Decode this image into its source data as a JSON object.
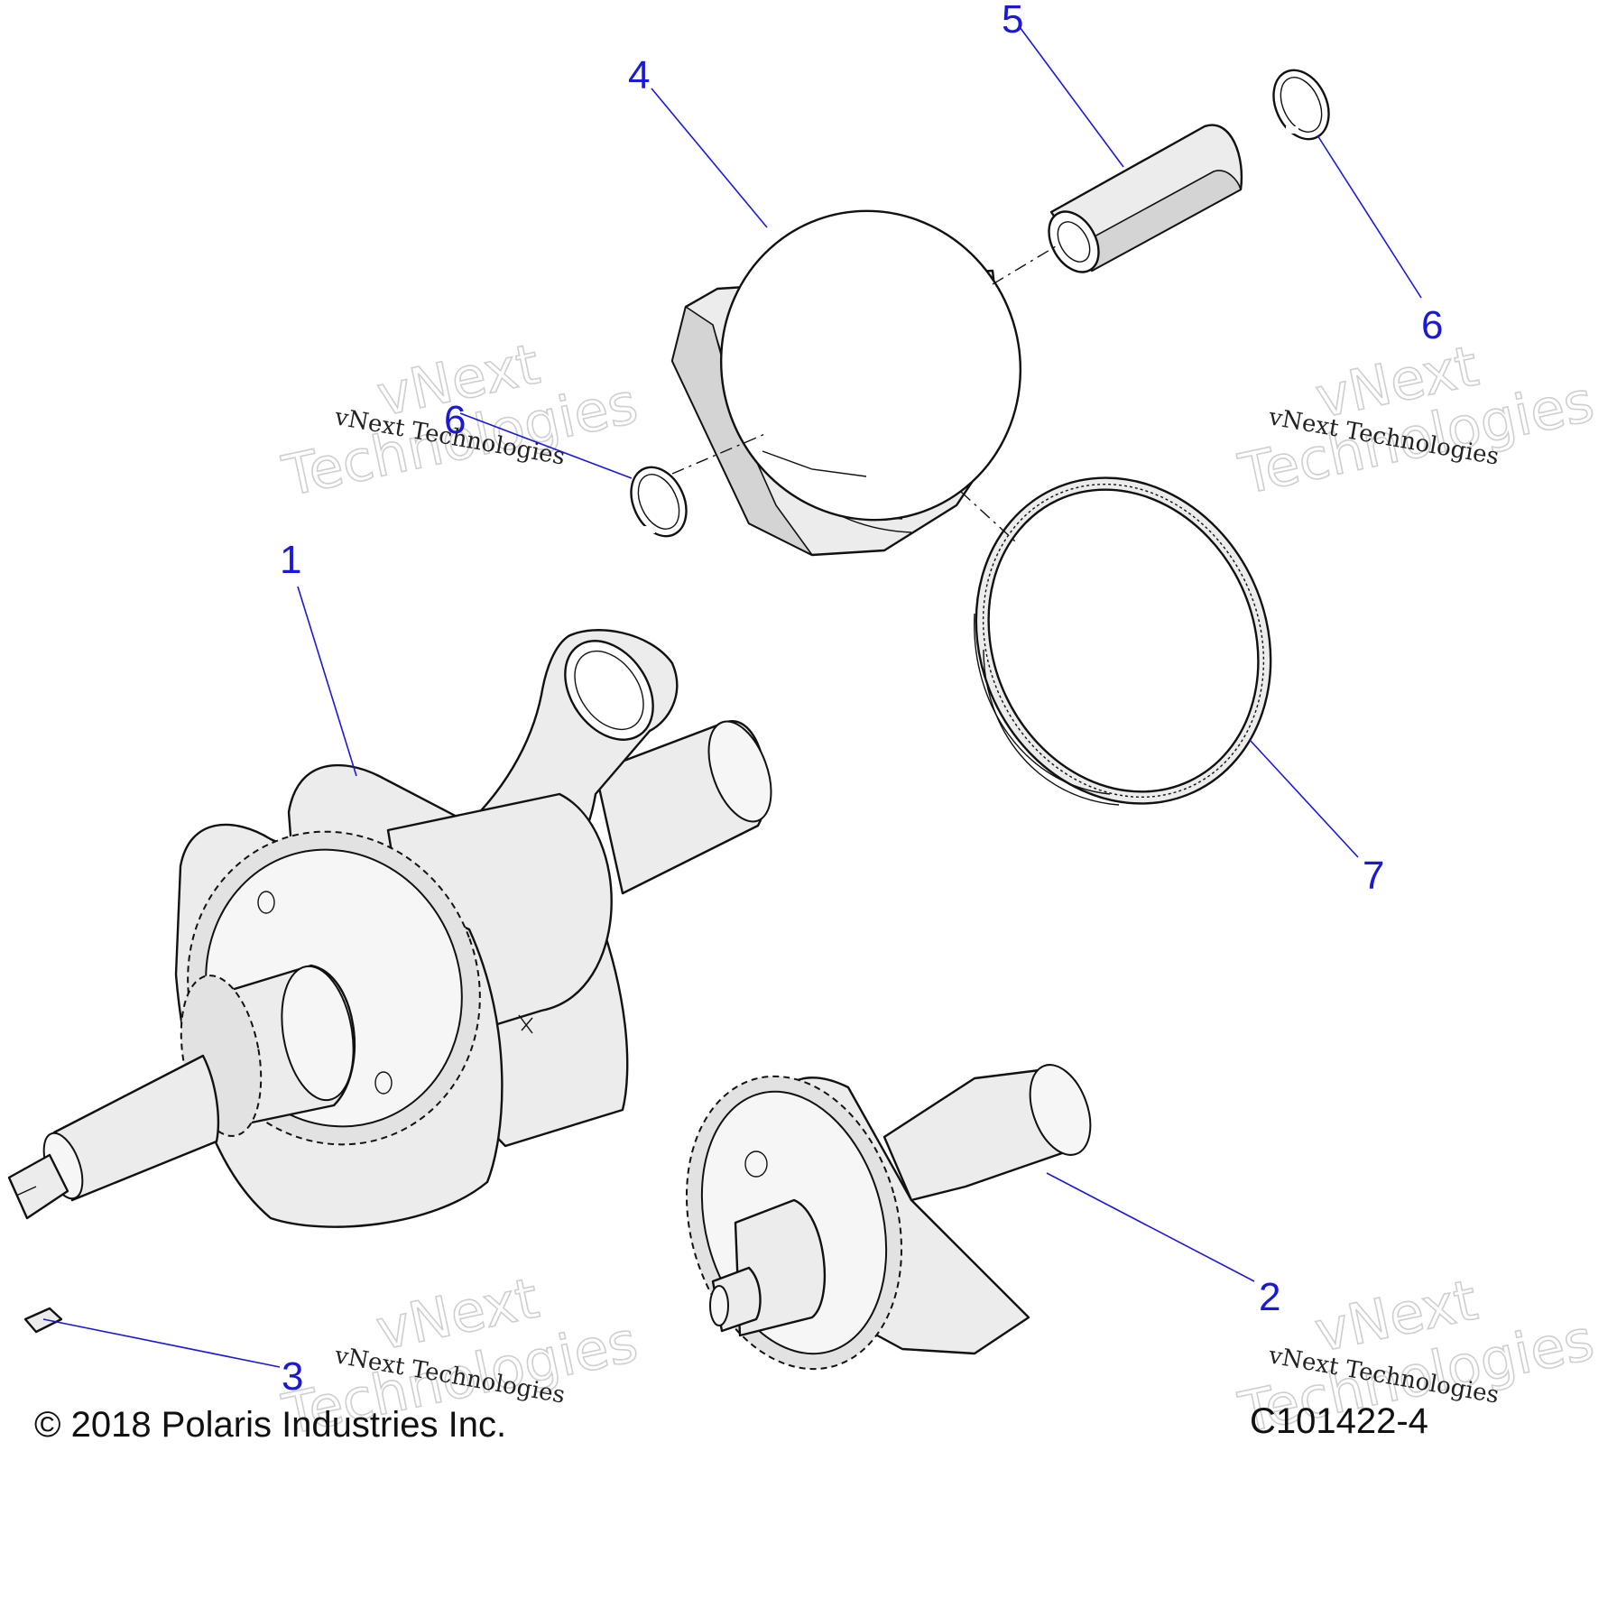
{
  "callouts": [
    "1",
    "2",
    "3",
    "4",
    "5",
    "6",
    "6",
    "7"
  ],
  "watermark": {
    "large_line1": "vNext",
    "large_line2": "Technologies",
    "small": "vNext Technologies"
  },
  "footer": {
    "copyright": "© 2018 Polaris Industries Inc.",
    "drawing_code": "C101422-4"
  },
  "colors": {
    "callout": "#1a1ad6",
    "line": "#111111",
    "watermark": "#cfcfcf"
  }
}
